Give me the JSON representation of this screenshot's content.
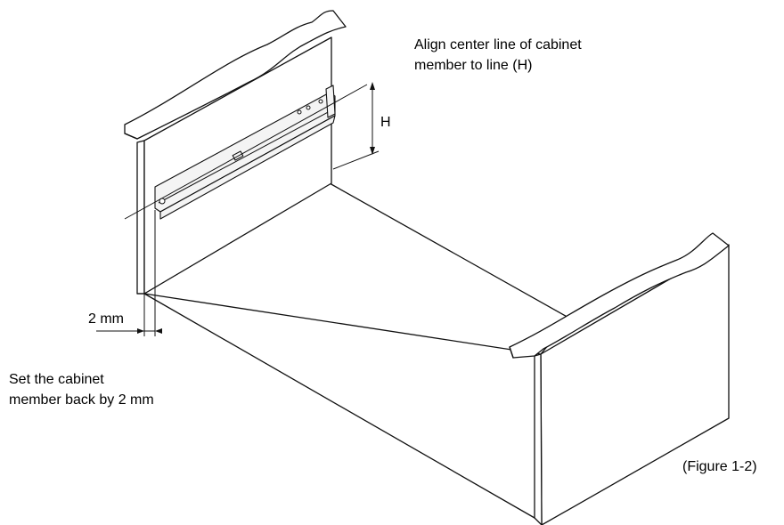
{
  "annotations": {
    "align_line1": "Align center line of cabinet",
    "align_line2": "member to line (H)",
    "h_label": "H",
    "offset_label": "2 mm",
    "setback_line1": "Set the cabinet",
    "setback_line2": "member back by 2 mm",
    "figure_caption": "(Figure 1-2)"
  },
  "colors": {
    "line": "#111111",
    "background": "#ffffff"
  }
}
